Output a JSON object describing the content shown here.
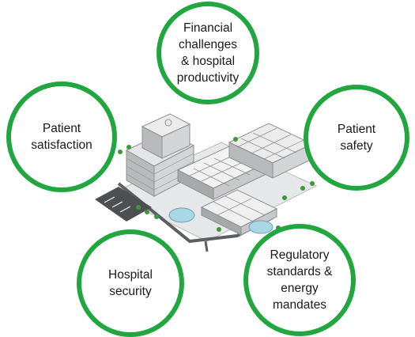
{
  "colors": {
    "ring": "#22a640",
    "building": "#cfd1d3",
    "building_dark": "#8e9194",
    "road": "#5c5f62",
    "glass": "#a9d7e6",
    "tree": "#3a9a3a"
  },
  "illustration": {
    "icon": "hospital-campus-icon"
  },
  "circles": {
    "finance": {
      "label": "Financial\nchallenges\n& hospital\nproductivity"
    },
    "safety": {
      "label": "Patient\nsafety"
    },
    "satisfaction": {
      "label": "Patient\nsatisfaction"
    },
    "security": {
      "label": "Hospital\nsecurity"
    },
    "regulatory": {
      "label": "Regulatory\nstandards &\nenergy\nmandates"
    }
  }
}
